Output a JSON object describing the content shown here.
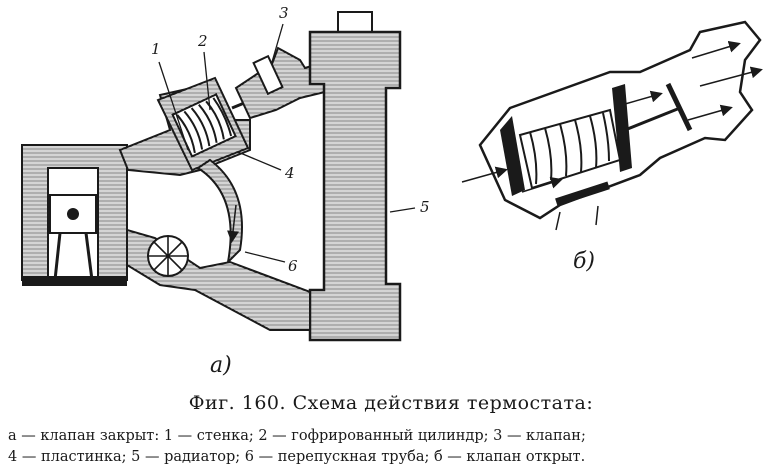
{
  "figure": {
    "part_labels": [
      "1",
      "2",
      "3",
      "4",
      "5",
      "6"
    ],
    "subfigure_labels": [
      "а)",
      "б)"
    ]
  },
  "caption": {
    "title": "Фиг. 160. Схема действия термостата:",
    "line1": "а — клапан закрыт: 1 — стенка; 2 — гофрированный цилиндр; 3 — клапан;",
    "line2": "4 — пластинка; 5 — радиатор; 6 — перепускная труба; б — клапан открыт."
  },
  "colors": {
    "ink": "#1a1a1a",
    "paper": "#ffffff"
  }
}
